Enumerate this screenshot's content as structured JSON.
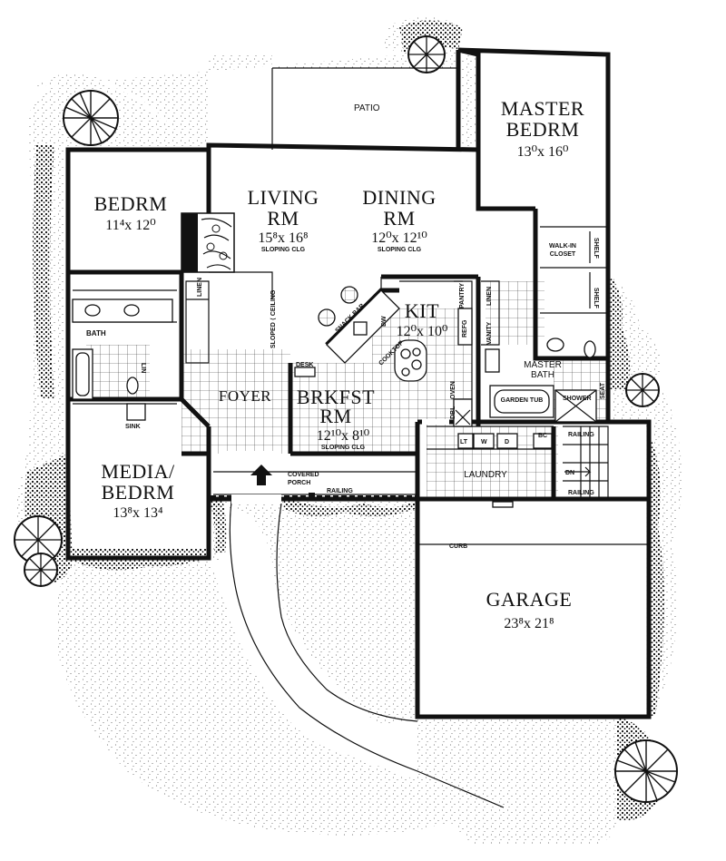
{
  "rooms": {
    "patio": "PATIO",
    "master_bedrm": {
      "line1": "MASTER",
      "line2": "BEDRM",
      "dim": "13⁰x 16⁰"
    },
    "bedrm": {
      "line1": "BEDRM",
      "dim": "11⁴x 12⁰"
    },
    "living": {
      "line1": "LIVING",
      "line2": "RM",
      "dim": "15⁸x 16⁸",
      "note": "SLOPING CLG"
    },
    "dining": {
      "line1": "DINING",
      "line2": "RM",
      "dim": "12⁰x 12¹⁰",
      "note": "SLOPING CLG"
    },
    "kit": {
      "line1": "KIT",
      "dim": "12⁰x 10⁰"
    },
    "foyer": "FOYER",
    "brkfst": {
      "line1": "BRKFST",
      "line2": "RM",
      "dim": "12¹⁰x 8¹⁰",
      "note": "SLOPING CLG"
    },
    "media": {
      "line1": "MEDIA/",
      "line2": "BEDRM",
      "dim": "13⁸x 13⁴"
    },
    "master_bath": {
      "line1": "MASTER",
      "line2": "BATH"
    },
    "garage": {
      "line1": "GARAGE",
      "dim": "23⁸x 21⁸"
    },
    "laundry": "LAUNDRY",
    "bath": "BATH",
    "walk_in": {
      "line1": "WALK-IN",
      "line2": "CLOSET"
    }
  },
  "labels": {
    "linen": "LINEN",
    "lin": "LIN",
    "sink": "SINK",
    "shelf": "SHELF",
    "pantry": "PANTRY",
    "vanity": "VANITY",
    "refg": "REFG",
    "dw": "DW",
    "snack_bar": "SNACK BAR",
    "cooktop": "COOKTOP",
    "desk": "DESK",
    "oven": "OVEN",
    "dbl": "DBL",
    "garden_tub": "GARDEN TUB",
    "shower": "SHOWER",
    "seat": "SEAT",
    "railing": "RAILING",
    "dn": "DN",
    "lt": "LT",
    "w": "W",
    "d": "D",
    "bc": "BC",
    "covered_porch": {
      "line1": "COVERED",
      "line2": "PORCH"
    },
    "curb": "CURB",
    "sloped_ceiling": "SLOPED ⟨ CEILING"
  }
}
